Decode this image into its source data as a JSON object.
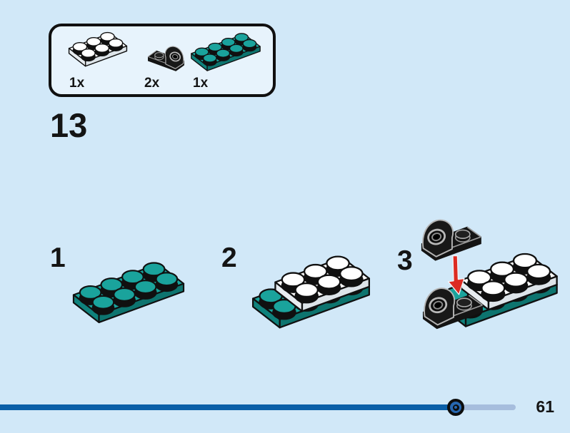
{
  "page": {
    "background_color": "#d1e8f8",
    "type": "lego-building-instructions"
  },
  "step": {
    "number": "13"
  },
  "parts_box": {
    "items": [
      {
        "count": "1x",
        "part_name": "white-plate-2x3",
        "color": "#ffffff"
      },
      {
        "count": "2x",
        "part_name": "black-fender-plate-1x2-with-ring",
        "color": "#141414"
      },
      {
        "count": "1x",
        "part_name": "teal-plate-2x4",
        "color": "#1aa39c"
      }
    ]
  },
  "substeps": [
    {
      "number": "1",
      "illustration": "teal-plate-2x4"
    },
    {
      "number": "2",
      "illustration": "white-plate-2x3-stacked-on-teal-plate-2x4"
    },
    {
      "number": "3",
      "illustration": "black-fender-pieces-attached-with-red-arrow"
    }
  ],
  "illustration_colors": {
    "teal_top": "#1aa39c",
    "teal_side_left": "#0f827c",
    "teal_side_right": "#0d746f",
    "white_top": "#ffffff",
    "black_piece": "#141414",
    "arrow_red": "#dc2b22",
    "outline": "#101010"
  },
  "progress": {
    "page_number": "61",
    "filled_color": "#0a5fa8",
    "remaining_color": "#a6bddd",
    "knob_colors": [
      "#0d0d0d",
      "#2767b0"
    ]
  }
}
